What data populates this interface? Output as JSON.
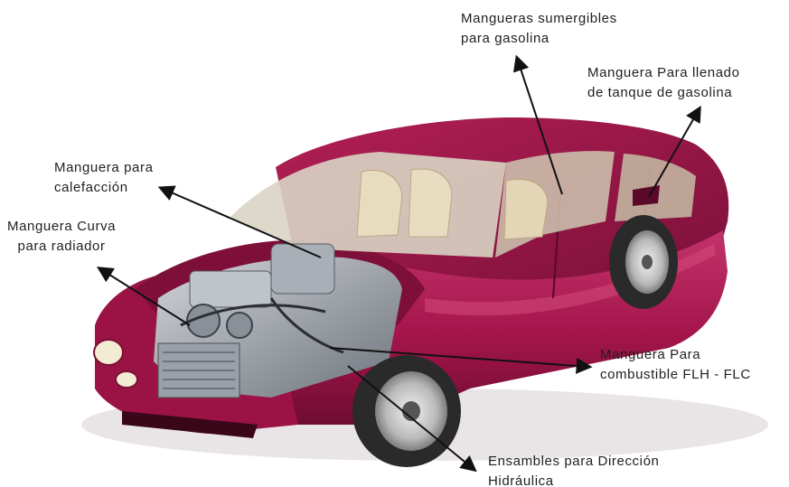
{
  "labels": {
    "mangueras_sumergibles": {
      "line1": "Mangueras sumergibles",
      "line2": "para gasolina"
    },
    "llenado_tanque": {
      "line1": "Manguera Para llenado",
      "line2": "de tanque de gasolina"
    },
    "calefaccion": {
      "line1": "Manguera para",
      "line2": "calefacción"
    },
    "radiador": {
      "line1": "Manguera Curva",
      "line2": "para radiador"
    },
    "combustible": {
      "line1": "Manguera Para",
      "line2": "combustible FLH - FLC"
    },
    "direccion": {
      "line1": "Ensambles para Dirección",
      "line2": "Hidráulica"
    }
  },
  "colors": {
    "car_body": "#a3154a",
    "car_body_dark": "#6e0c31",
    "car_highlight": "#d34a7a",
    "engine": "#9aa0a8",
    "glass": "#d9d4c4",
    "interior": "#e8dcc0",
    "tire": "#2a2a2a",
    "rim": "#c8c8c8",
    "arrow": "#111111"
  }
}
